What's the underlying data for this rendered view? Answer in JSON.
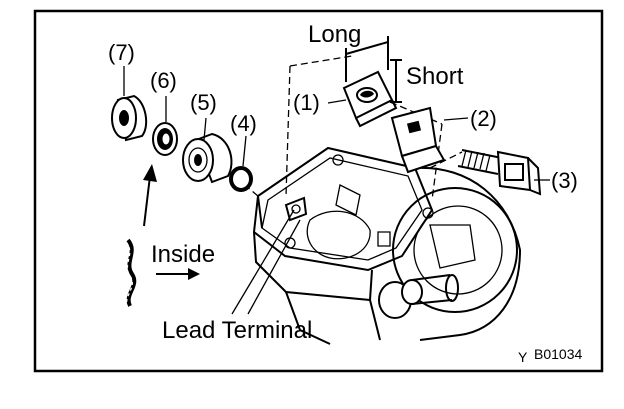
{
  "labels": {
    "long": "Long",
    "short": "Short",
    "inside": "Inside",
    "lead_terminal": "Lead Terminal",
    "part_1": "(1)",
    "part_2": "(2)",
    "part_3": "(3)",
    "part_4": "(4)",
    "part_5": "(5)",
    "part_6": "(6)",
    "part_7": "(7)"
  },
  "figure_code": "B01034",
  "corner_mark": "Y"
}
